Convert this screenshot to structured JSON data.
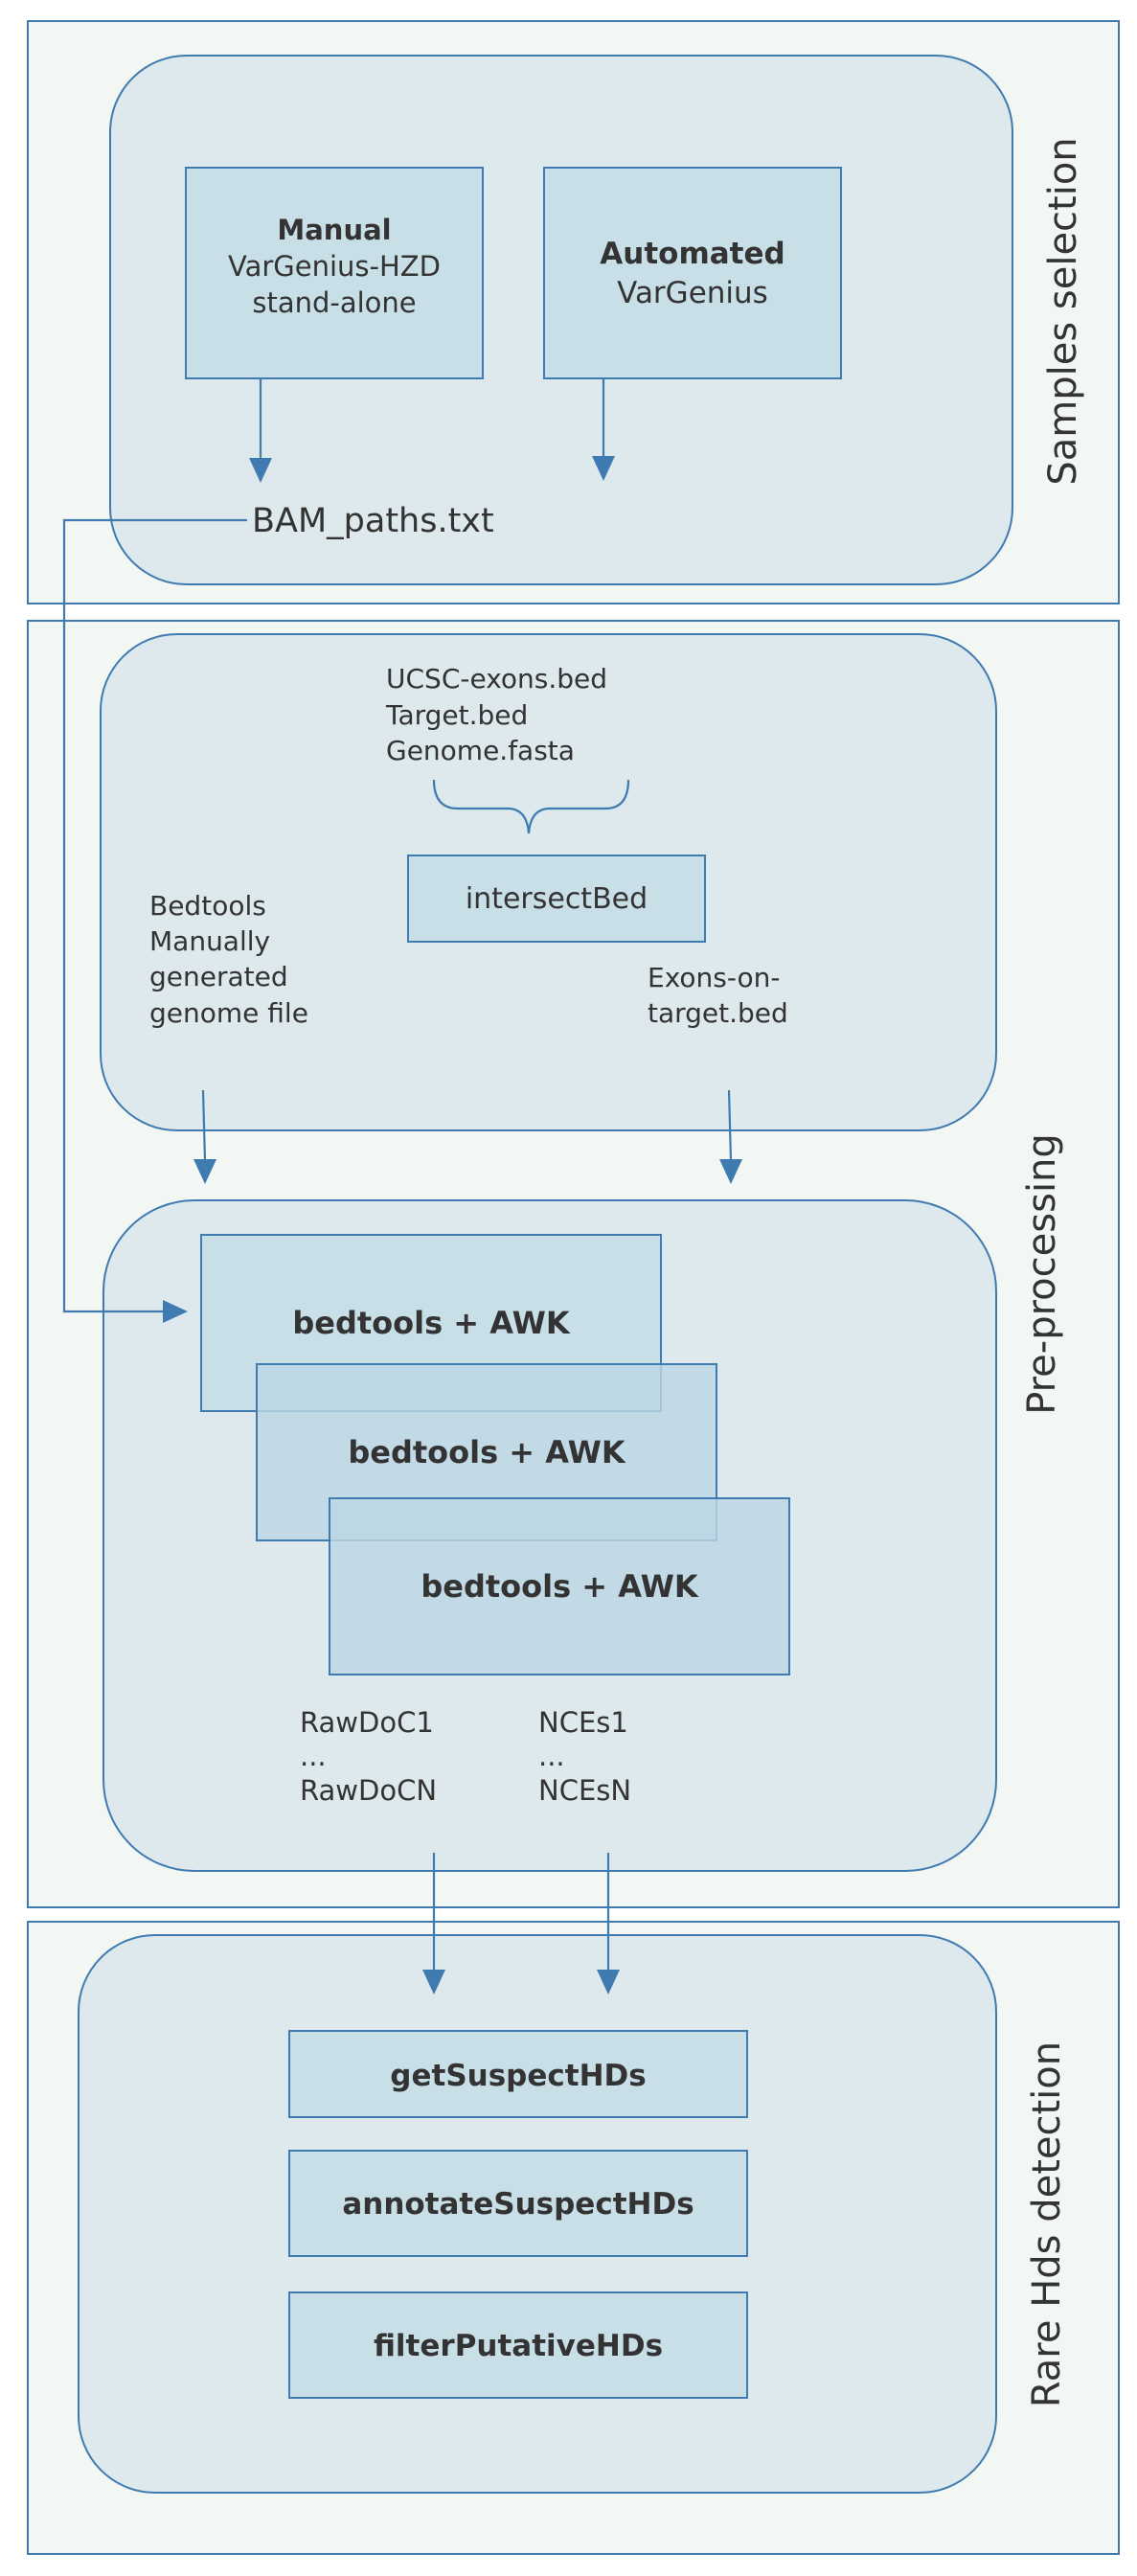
{
  "colors": {
    "frame_fill": "#f3f7f4",
    "panel_fill": "#dde9ec",
    "box_fill": "#c9dfe8",
    "stroke": "#3f7bb0"
  },
  "sections": {
    "samples_selection": {
      "label": "Samples selection"
    },
    "pre_processing": {
      "label": "Pre-processing"
    },
    "rare_hds_detection": {
      "label": "Rare Hds detection"
    }
  },
  "samples": {
    "manual": {
      "title": "Manual",
      "line1": "VarGenius-HZD",
      "line2": "stand-alone"
    },
    "automated": {
      "title": "Automated",
      "line1": "VarGenius"
    },
    "bam_paths": "BAM_paths.txt"
  },
  "preprocessing": {
    "inputs": [
      "UCSC-exons.bed",
      "Target.bed",
      "Genome.fasta"
    ],
    "intersect_label": "intersectBed",
    "bedtools_note": [
      "Bedtools",
      "Manually",
      "generated",
      "genome file"
    ],
    "exons_output": [
      "Exons-on-",
      "target.bed"
    ],
    "bedtools_awk": [
      "bedtools + AWK",
      "bedtools + AWK",
      "bedtools + AWK"
    ],
    "rawdoc_outputs": [
      "RawDoC1",
      "...",
      "RawDoCN"
    ],
    "nces_outputs": [
      "NCEs1",
      "...",
      "NCEsN"
    ]
  },
  "detection": {
    "steps": [
      "getSuspectHDs",
      "annotateSuspectHDs",
      "filterPutativeHDs"
    ]
  }
}
